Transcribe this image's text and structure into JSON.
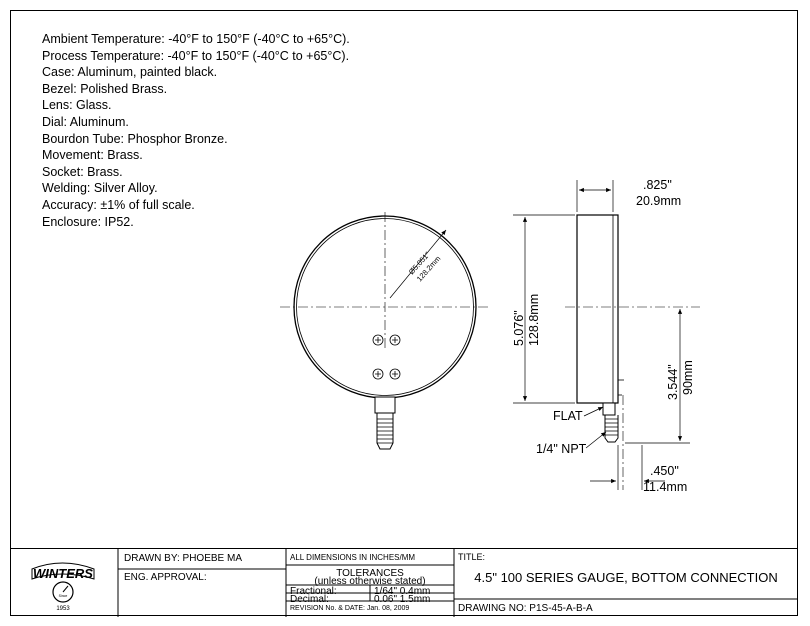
{
  "specs": [
    "Ambient Temperature: -40°F to 150°F (-40°C to +65°C).",
    "Process Temperature: -40°F to 150°F (-40°C to +65°C).",
    "Case: Aluminum, painted black.",
    "Bezel: Polished Brass.",
    "Lens: Glass.",
    "Dial: Aluminum.",
    "Bourdon Tube: Phosphor Bronze.",
    "Movement: Brass.",
    "Socket: Brass.",
    "Welding: Silver Alloy.",
    "Accuracy: ±1% of full scale.",
    "Enclosure: IP52."
  ],
  "dims": {
    "diameter_in": "Ø5.051\"",
    "diameter_mm": "128.2mm",
    "depth_in": ".825\"",
    "depth_mm": "20.9mm",
    "height_in": "5.076\"",
    "height_mm": "128.8mm",
    "center_in": "3.544\"",
    "center_mm": "90mm",
    "stem_in": ".450\"",
    "stem_mm": "11.4mm",
    "flat": "FLAT",
    "npt": "1/4\" NPT"
  },
  "logo": {
    "name": "WINTERS",
    "since": "Since",
    "year": "1953"
  },
  "titleblock": {
    "drawn_by": "DRAWN BY: PHOEBE MA",
    "eng_approval": "ENG. APPROVAL:",
    "all_dims": "ALL DIMENSIONS IN INCHES/MM",
    "tolerances": "TOLERANCES",
    "tolerances_note": "(unless otherwise stated)",
    "fractional": "Fractional:",
    "fractional_value": "1/64\" 0.4mm",
    "decimal": "Decimal:",
    "decimal_value": "0.06\" 1.5mm",
    "revision": "REVISION No. & DATE: Jan. 08, 2009",
    "title_label": "TITLE:",
    "title": "4.5\" 100 SERIES GAUGE, BOTTOM CONNECTION",
    "drawing_no": "DRAWING NO: P1S-45-A-B-A"
  }
}
